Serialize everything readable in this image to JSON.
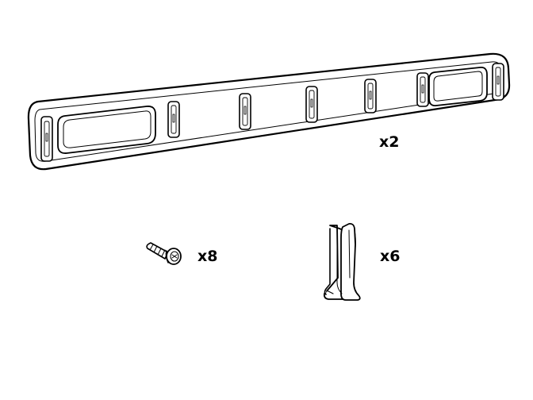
{
  "parts": [
    {
      "id": "rail",
      "quantity_label": "x2"
    },
    {
      "id": "screw",
      "quantity_label": "x8"
    },
    {
      "id": "clip",
      "quantity_label": "x6"
    }
  ],
  "colors": {
    "line": "#000000",
    "background": "#ffffff"
  }
}
